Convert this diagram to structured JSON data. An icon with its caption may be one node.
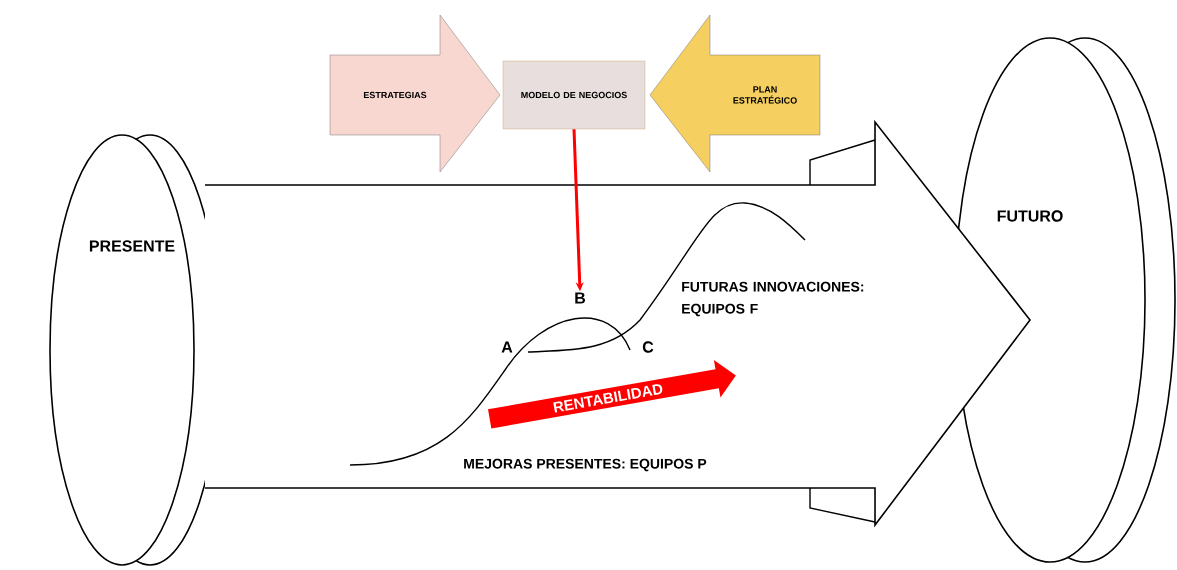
{
  "diagram": {
    "nodes": [
      {
        "text": [
          "ESTRATEGIAS"
        ]
      },
      {
        "text": [
          "MODELO DE NEGOCIOS"
        ]
      },
      {
        "text": [
          "PLAN ESTRATÉGICO"
        ]
      },
      {
        "text": [
          "PRESENTE"
        ]
      },
      {
        "text": [
          "FUTURO"
        ]
      },
      {
        "text": [
          "RENTABILIDAD"
        ]
      },
      {
        "text": [
          "B"
        ]
      }
    ],
    "edges": [
      {
        "from": 1,
        "to": 6,
        "arrow": "to",
        "color": "#ff0000"
      }
    ],
    "labels": [
      "A",
      "C",
      "FUTURAS INNOVACIONES: EQUIPOS F",
      "MEJORAS PRESENTES: EQUIPOS P"
    ]
  }
}
